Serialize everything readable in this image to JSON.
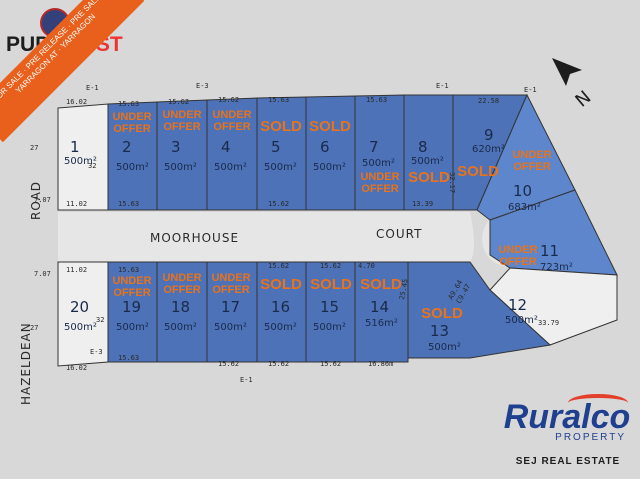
{
  "watermark": {
    "brand_part1": "PUPPY",
    "brand_part2": "LIST",
    "ribbon_text": "FOR SALE · PRE RELEASE · PRE SALE · YARRAGON AT · YARRAGON"
  },
  "plan": {
    "north_label": "N",
    "roads": {
      "moorhouse": "MOORHOUSE",
      "court": "COURT",
      "hazeldean": "HAZELDEAN",
      "road": "ROAD"
    },
    "lots": [
      {
        "num": "1",
        "area": "500m²",
        "status": ""
      },
      {
        "num": "2",
        "area": "500m²",
        "status": "UNDER OFFER"
      },
      {
        "num": "3",
        "area": "500m²",
        "status": "UNDER OFFER"
      },
      {
        "num": "4",
        "area": "500m²",
        "status": "UNDER OFFER"
      },
      {
        "num": "5",
        "area": "500m²",
        "status": "SOLD"
      },
      {
        "num": "6",
        "area": "500m²",
        "status": "SOLD"
      },
      {
        "num": "7",
        "area": "500m²",
        "status": "UNDER OFFER"
      },
      {
        "num": "8",
        "area": "500m²",
        "status": "SOLD"
      },
      {
        "num": "9",
        "area": "620m²",
        "status": "SOLD"
      },
      {
        "num": "10",
        "area": "683m²",
        "status": "UNDER OFFER"
      },
      {
        "num": "11",
        "area": "723m²",
        "status": "UNDER OFFER"
      },
      {
        "num": "12",
        "area": "500m²",
        "status": ""
      },
      {
        "num": "13",
        "area": "500m²",
        "status": "SOLD"
      },
      {
        "num": "14",
        "area": "516m²",
        "status": "SOLD"
      },
      {
        "num": "15",
        "area": "500m²",
        "status": "SOLD"
      },
      {
        "num": "16",
        "area": "500m²",
        "status": "SOLD"
      },
      {
        "num": "17",
        "area": "500m²",
        "status": "UNDER OFFER"
      },
      {
        "num": "18",
        "area": "500m²",
        "status": "UNDER OFFER"
      },
      {
        "num": "19",
        "area": "500m²",
        "status": "UNDER OFFER"
      },
      {
        "num": "20",
        "area": "500m²",
        "status": ""
      }
    ],
    "dimensions": {
      "d1602_top": "16.02",
      "d1563": "15.63",
      "d1562": "15.62",
      "d1102": "11.02",
      "d707": "7.07",
      "d27": "27",
      "d32": "32",
      "d1339": "13.39",
      "d2258": "22.58",
      "d3217": "32.17",
      "d470": "4.70",
      "d1686": "16.86m",
      "d2545": "25.45",
      "d3379": "33.79",
      "d1602_bottom": "16.02",
      "arc_a": "A9.64",
      "arc_c": "C9.47",
      "e1": "E-1",
      "e3": "E-3"
    }
  },
  "company": {
    "name": "Ruralco",
    "subtitle": "PROPERTY",
    "agency": "SEJ REAL ESTATE"
  },
  "colors": {
    "lot_blue": "#4d72b8",
    "lot_blue_light": "#5e86cc",
    "road_grey": "#e4e4e4",
    "status_orange": "#e8731a",
    "brand_blue": "#1f3f8f"
  }
}
